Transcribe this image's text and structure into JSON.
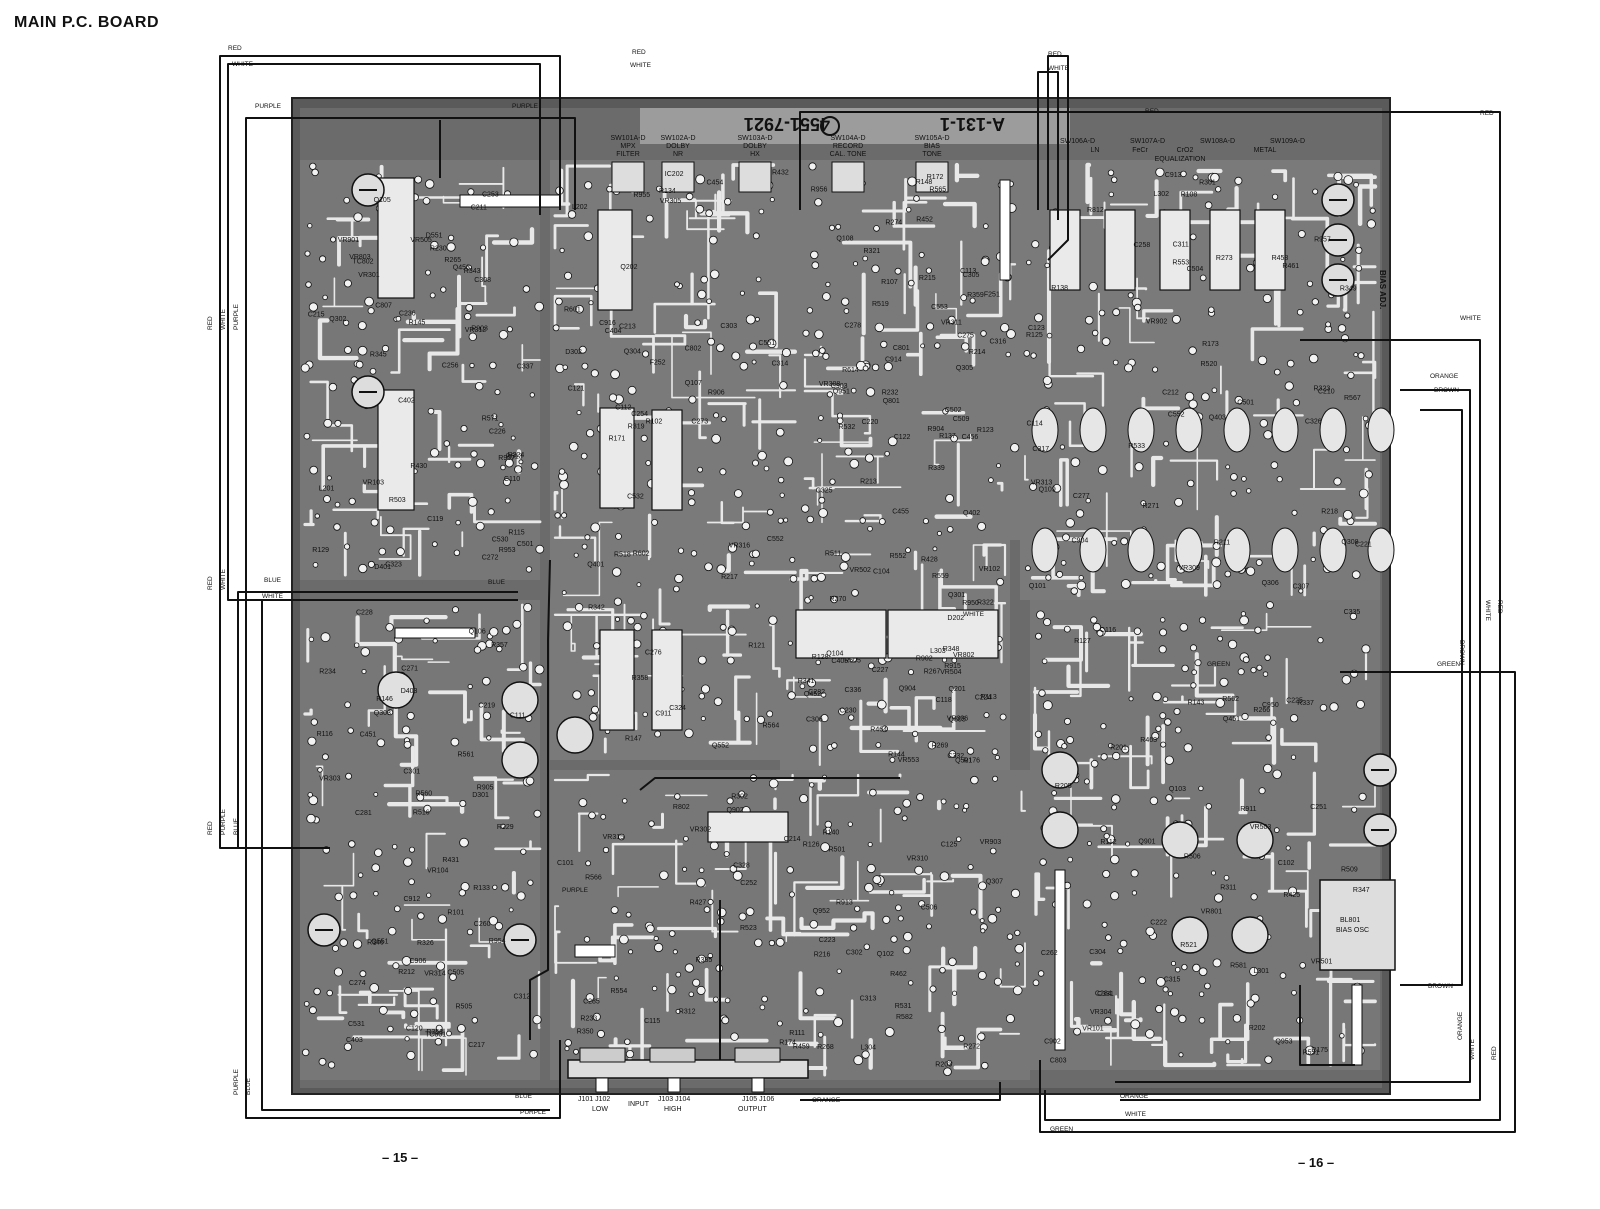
{
  "title": "MAIN P.C. BOARD",
  "page_left": "– 15 –",
  "page_right": "– 16 –",
  "board_id": "A-131-1",
  "board_id_mirrored": "4551-7921",
  "switches": [
    {
      "id": "SW101A-D",
      "name": "MPX",
      "sub": "FILTER"
    },
    {
      "id": "SW102A-D",
      "name": "DOLBY",
      "sub": "NR"
    },
    {
      "id": "SW103A-D",
      "name": "DOLBY",
      "sub": "HX"
    },
    {
      "id": "SW104A-D",
      "name": "RECORD",
      "sub": "CAL. TONE"
    },
    {
      "id": "SW105A-D",
      "name": "BIAS",
      "sub": "TONE"
    }
  ],
  "eq_switches": [
    "SW106A-D",
    "SW107A-D",
    "SW108A-D",
    "SW109A-D"
  ],
  "eq_labels": [
    "LN",
    "FeCr",
    "CrO2",
    "METAL"
  ],
  "eq_title": "EQUALIZATION",
  "bias_adj": "BIAS ADJ.",
  "bias_osc": [
    "BL801",
    "BIAS OSC"
  ],
  "jacks": {
    "low": [
      "J101 J102",
      "LOW"
    ],
    "input": "INPUT",
    "high": [
      "J103 J104",
      "HIGH"
    ],
    "output": [
      "J105 J106",
      "OUTPUT"
    ]
  },
  "wire_labels": {
    "red": "RED",
    "white": "WHITE",
    "purple": "PURPLE",
    "blue": "BLUE",
    "orange": "ORANGE",
    "brown": "BROWN",
    "green": "GREEN"
  },
  "component_labels": [
    "C236",
    "R234",
    "L202",
    "C220",
    "R218",
    "R216",
    "C222",
    "C224",
    "C226",
    "C228",
    "IC202",
    "R214",
    "C210",
    "C214",
    "R202",
    "D202",
    "R230",
    "R212",
    "Q202",
    "R232",
    "C212",
    "R233",
    "R205",
    "C230",
    "L201",
    "C219",
    "R217",
    "R215",
    "C221",
    "C223",
    "C225",
    "C227",
    "C215",
    "C217",
    "C213",
    "R213",
    "R211",
    "R203",
    "R201",
    "Q201",
    "C211",
    "R229",
    "F252",
    "R274",
    "R273",
    "R268",
    "R266",
    "R270",
    "C272",
    "C274",
    "C276",
    "C278",
    "C258",
    "R272",
    "C284",
    "C282",
    "C256",
    "C260",
    "C254",
    "F251",
    "R271",
    "C252",
    "C262",
    "R267",
    "R265",
    "C271",
    "C273",
    "C275",
    "C277",
    "C285",
    "C251",
    "R269",
    "C253",
    "C281",
    "R602",
    "R904",
    "VR902",
    "VR903",
    "C902",
    "R902",
    "R903",
    "R905",
    "R906",
    "C903",
    "C904",
    "Q902",
    "Q901",
    "Q904",
    "R907",
    "C912",
    "C911",
    "C914",
    "C913",
    "R913",
    "R911",
    "R915",
    "VR901",
    "C906",
    "C916",
    "C502",
    "C504",
    "C506",
    "R506",
    "R505",
    "R503",
    "C505",
    "R601",
    "C509",
    "C501",
    "R501",
    "R509",
    "R511",
    "R513",
    "R516",
    "R518",
    "R519",
    "R520",
    "R523",
    "R521",
    "Q501",
    "C501",
    "R560",
    "C552",
    "R565",
    "R567",
    "R566",
    "R562",
    "R559",
    "R571",
    "R561",
    "R564",
    "C553",
    "C552",
    "R582",
    "R581",
    "VR553",
    "D551",
    "Q551",
    "Q552",
    "Q951",
    "R553",
    "R554",
    "R551",
    "R552",
    "R953",
    "R954",
    "R955",
    "R956",
    "R957",
    "Q952",
    "Q953",
    "C405",
    "D401",
    "D403",
    "Q401",
    "Q402",
    "Q403",
    "R427",
    "R425",
    "R428",
    "C402",
    "C403",
    "C404",
    "R452",
    "R458",
    "R459",
    "Q451",
    "Q452",
    "Q453",
    "C451",
    "C454",
    "C455",
    "R461",
    "R462",
    "R463",
    "R464",
    "R430",
    "R431",
    "R432",
    "C456",
    "R301",
    "R302",
    "VR501",
    "VR502",
    "VR312",
    "VR314",
    "VR316",
    "VR311",
    "VR313",
    "VR315",
    "VR503",
    "VR504",
    "VR505",
    "C312",
    "C314",
    "C316",
    "C311",
    "C313",
    "C315",
    "R322",
    "R324",
    "R326",
    "R319",
    "R321",
    "R323",
    "C302",
    "C304",
    "C306",
    "C308",
    "C301",
    "C303",
    "C305",
    "C307",
    "VR302",
    "VR304",
    "VR306",
    "VR301",
    "VR303",
    "VR305",
    "VR308",
    "VR309",
    "VR310",
    "C335",
    "C336",
    "C337",
    "R357",
    "R358",
    "R359",
    "Q308",
    "Q307",
    "VR801",
    "VR802",
    "VR803",
    "R505",
    "C551",
    "Q801",
    "C317",
    "R335",
    "R337",
    "Q301",
    "Q302",
    "Q303",
    "Q304",
    "Q305",
    "Q306",
    "R312",
    "R311",
    "R341",
    "R345",
    "R346",
    "R342",
    "R339",
    "R349",
    "R350",
    "R347",
    "R348",
    "R343",
    "R353",
    "C324",
    "C325",
    "C326",
    "C328",
    "C331",
    "C332",
    "C323",
    "D301",
    "D302",
    "R614",
    "L302",
    "L304",
    "L301",
    "L303",
    "C530",
    "C531",
    "C532",
    "R532",
    "R533",
    "R531",
    "C950",
    "R950",
    "TC802",
    "TC801",
    "C802",
    "C801",
    "R812",
    "R802",
    "C803",
    "Q805",
    "C807",
    "R101",
    "R102",
    "R107",
    "R108",
    "R111",
    "R112",
    "R113",
    "R115",
    "R116",
    "R121",
    "R123",
    "R125",
    "R126",
    "R127",
    "R128",
    "R129",
    "R133",
    "R134",
    "R137",
    "R138",
    "R140",
    "R143",
    "R144",
    "R145",
    "R146",
    "R147",
    "R148",
    "Q101",
    "Q102",
    "Q103",
    "Q104",
    "Q105",
    "Q106",
    "Q107",
    "Q108",
    "Q109",
    "C101",
    "C102",
    "C104",
    "C110",
    "C111",
    "C112",
    "C113",
    "C114",
    "C115",
    "C116",
    "C118",
    "C119",
    "C120",
    "C121",
    "C122",
    "C123",
    "C125",
    "VR101",
    "VR102",
    "VR103",
    "VR104",
    "R171",
    "R172",
    "R173",
    "R174",
    "R175",
    "R176"
  ]
}
